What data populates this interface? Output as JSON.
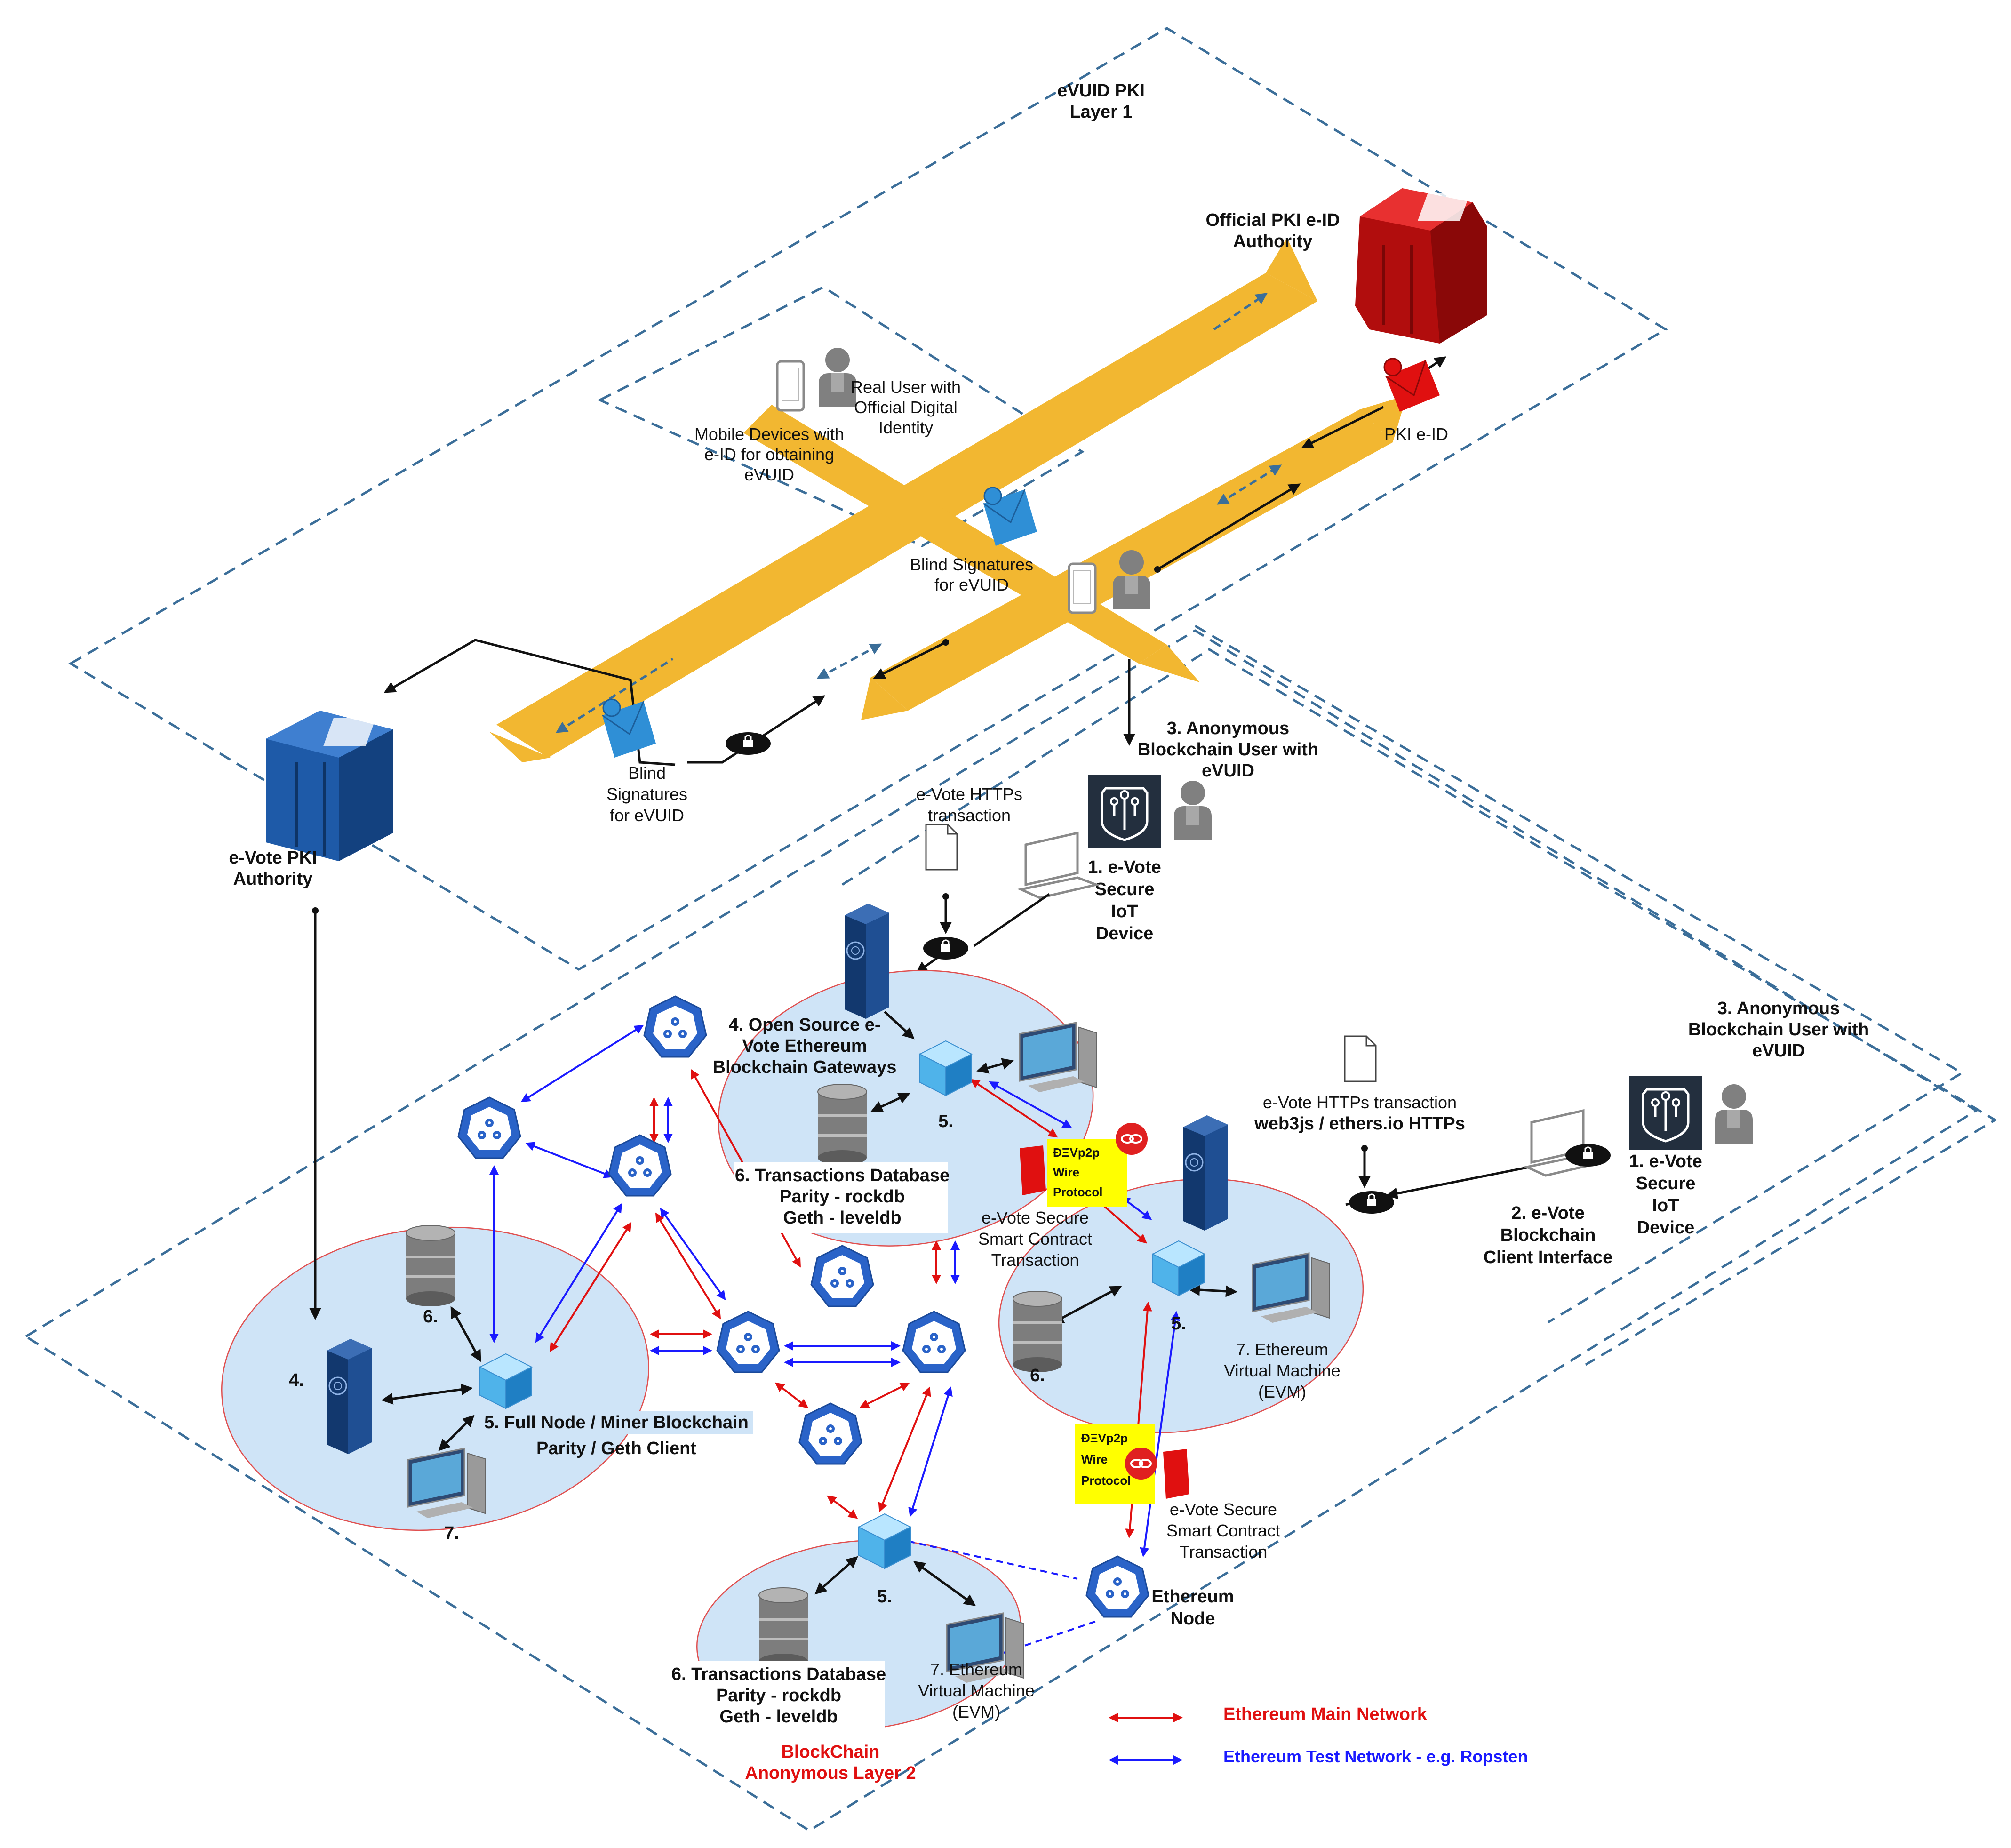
{
  "layer1": {
    "title_line1": "eVUID PKI",
    "title_line2": "Layer 1"
  },
  "layer2": {
    "title_line1": "BlockChain",
    "title_line2": "Anonymous Layer 2"
  },
  "official_authority": {
    "line1": "Official PKI e-ID",
    "line2": "Authority"
  },
  "pki_eid": "PKI e-ID",
  "real_user": {
    "line1": "Real User with",
    "line2": "Official Digital",
    "line3": "Identity"
  },
  "mobile_devices": {
    "line1": "Mobile Devices with",
    "line2": "e-ID for obtaining",
    "line3": "eVUID"
  },
  "blind_sig_upper": {
    "line1": "Blind Signatures",
    "line2": "for eVUID"
  },
  "blind_sig_lower": {
    "line1": "Blind",
    "line2": "Signatures",
    "line3": "for eVUID"
  },
  "evote_pki": {
    "line1": "e-Vote PKI",
    "line2": "Authority"
  },
  "anon_user_top": {
    "line1": "3. Anonymous",
    "line2": "Blockchain User with",
    "line3": "eVUID"
  },
  "anon_user_right": {
    "line1": "3. Anonymous",
    "line2": "Blockchain User with",
    "line3": "eVUID"
  },
  "https_top": {
    "line1": "e-Vote HTTPs",
    "line2": "transaction"
  },
  "https_right": {
    "line1": "e-Vote HTTPs transaction",
    "line2": "web3js / ethers.io HTTPs"
  },
  "iot_top": {
    "line1": "1. e-Vote",
    "line2": "Secure",
    "line3": "IoT",
    "line4": "Device"
  },
  "iot_right": {
    "line1": "1. e-Vote",
    "line2": "Secure",
    "line3": "IoT",
    "line4": "Device"
  },
  "client_interface": {
    "line1": "2. e-Vote",
    "line2": "Blockchain",
    "line3": "Client Interface"
  },
  "gateways": {
    "line1": "4. Open Source e-",
    "line2": "Vote Ethereum",
    "line3": "Blockchain Gateways"
  },
  "txdb_top": {
    "line1": "6. Transactions Database",
    "line2": "Parity - rockdb",
    "line3": "Geth - leveldb"
  },
  "txdb_bottom": {
    "line1": "6. Transactions Database",
    "line2": "Parity - rockdb",
    "line3": "Geth - leveldb"
  },
  "wire1": {
    "line1": "ÐΞVp2p",
    "line2": "Wire",
    "line3": "Protocol"
  },
  "wire2": {
    "line1": "ÐΞVp2p",
    "line2": "Wire",
    "line3": "Protocol"
  },
  "smart1": {
    "line1": "e-Vote Secure",
    "line2": "Smart Contract",
    "line3": "Transaction"
  },
  "smart2": {
    "line1": "e-Vote Secure",
    "line2": "Smart Contract",
    "line3": "Transaction"
  },
  "full_node": {
    "line1": "5. Full Node / Miner Blockchain",
    "line2": "Parity / Geth Client"
  },
  "evm_right": {
    "line1": "7. Ethereum",
    "line2": "Virtual Machine",
    "line3": "(EVM)"
  },
  "evm_bottom": {
    "line1": "7. Ethereum",
    "line2": "Virtual Machine",
    "line3": "(EVM)"
  },
  "eth_node": {
    "line1": "Ethereum",
    "line2": "Node"
  },
  "num": {
    "n4": "4.",
    "n5": "5.",
    "n6": "6.",
    "n7": "7."
  },
  "legend": {
    "main": "Ethereum Main Network",
    "test": "Ethereum Test Network - e.g. Ropsten"
  },
  "colors": {
    "main_network": "#e01010",
    "test_network": "#1a1aff",
    "band": "#f2b731",
    "zone_border": "#3b6e99",
    "cloud": "#cfe4f7",
    "pki_red": "#c81414",
    "pki_blue": "#1e5aa8"
  },
  "icons": [
    "server-red-icon",
    "server-blue-icon",
    "user-icon",
    "mobile-icon",
    "envelope-icon",
    "lock-icon",
    "document-icon",
    "laptop-icon",
    "iot-chip-icon",
    "hexagon-node-icon",
    "cube-node-icon",
    "database-icon",
    "computer-icon",
    "link-icon"
  ]
}
